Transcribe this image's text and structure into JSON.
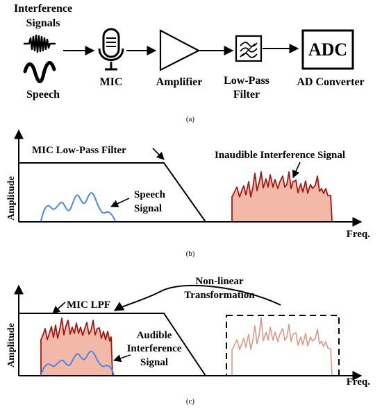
{
  "panel_a": {
    "interference_line1": "Interference",
    "interference_line2": "Signals",
    "speech": "Speech",
    "mic": "MIC",
    "amplifier": "Amplifier",
    "lpf_line1": "Low-Pass",
    "lpf_line2": "Filter",
    "adc_box": "ADC",
    "adc_caption": "AD Converter",
    "caption": "(a)"
  },
  "panel_b": {
    "y_axis": "Amplitude",
    "x_axis": "Freq.",
    "mic_lpf": "MIC Low-Pass Filter",
    "speech_line1": "Speech",
    "speech_line2": "Signal",
    "inaudible": "Inaudible Interference Signal",
    "caption": "(b)"
  },
  "panel_c": {
    "y_axis": "Amplitude",
    "x_axis": "Freq.",
    "mic_lpf": "MIC LPF",
    "nonlinear_line1": "Non-linear",
    "nonlinear_line2": "Transformation",
    "audible_line1": "Audible",
    "audible_line2": "Interference",
    "audible_line3": "Signal",
    "caption": "(c)"
  },
  "colors": {
    "speech_blue": "#4a86e8",
    "interference_red": "#a01818",
    "interference_fill": "#f2b9a8",
    "faded_pink": "#d99a8c"
  }
}
